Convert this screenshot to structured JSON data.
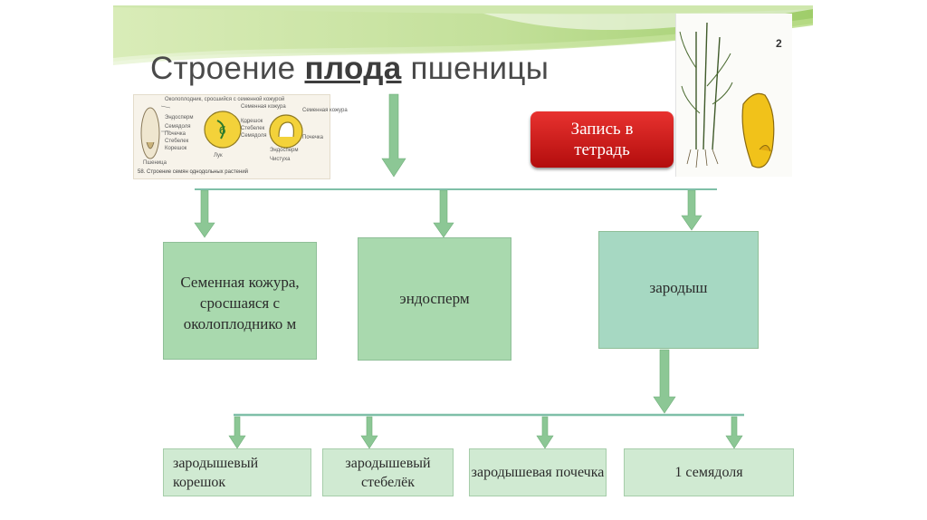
{
  "title": {
    "prefix": "Строение",
    "bold": "плода",
    "suffix": "пшеницы"
  },
  "record_button": {
    "line1": "Запись в",
    "line2": "тетрадь"
  },
  "seed_figure": {
    "labels": [
      "Околоплодник, сросшийся с семенной кожурой",
      "Эндосперм",
      "Семядоля",
      "Почечка",
      "Стебелек",
      "Корешок",
      "Пшеница",
      "Семенная кожура",
      "Корешок",
      "Стебелек",
      "Семядоля",
      "Лук",
      "Семенная кожура",
      "Почечка",
      "Эндосперм",
      "Чистуха"
    ],
    "caption": "58. Строение семян однодольных растений",
    "marker": "б"
  },
  "wheat_figure": {
    "number": "2"
  },
  "level1": {
    "seed_coat": "Семенная кожура, сросшаяся с околоплоднико м",
    "endosperm": "эндосперм",
    "embryo": "зародыш"
  },
  "level2": {
    "root": "зародышевый корешок",
    "stem": "зародышевый стебелёк",
    "bud": "зародышевая почечка",
    "cotyledon": "1 семядоля"
  },
  "colors": {
    "box_green": "#a9d9ae",
    "box_teal": "#a6d8c2",
    "box_pale": "#d0ead2",
    "arrow": "#8cc795",
    "line": "#7fbfa8",
    "button": "#c81d1b"
  }
}
